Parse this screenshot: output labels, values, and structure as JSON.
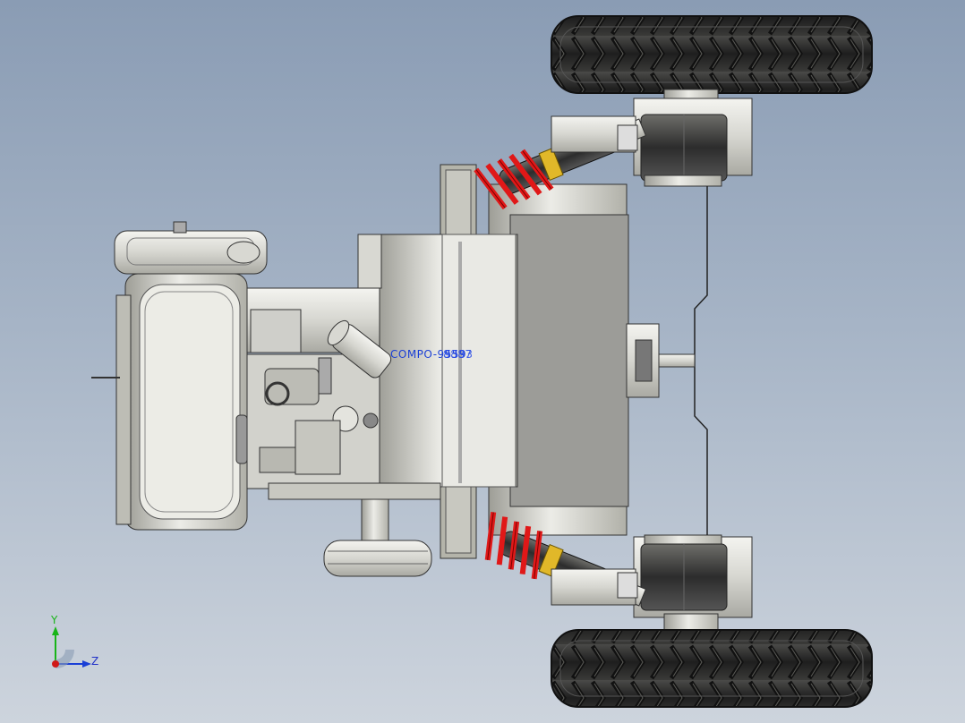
{
  "viewport": {
    "background_top": "#8a9cb4",
    "background_bottom": "#cdd4dd"
  },
  "annotation": {
    "prefix": "COMPO-",
    "overlapped_numbers": [
      "9559",
      "8887",
      "9333"
    ]
  },
  "triad": {
    "y_label": "Y",
    "z_label": "Z",
    "y_color": "#18b418",
    "z_color": "#1a3fd6",
    "x_color": "#d01818"
  },
  "colors": {
    "spring": "#e01818",
    "metal_light": "#e6e6e1",
    "metal_mid": "#b8b8b0",
    "tire": "#2a2a2a"
  }
}
